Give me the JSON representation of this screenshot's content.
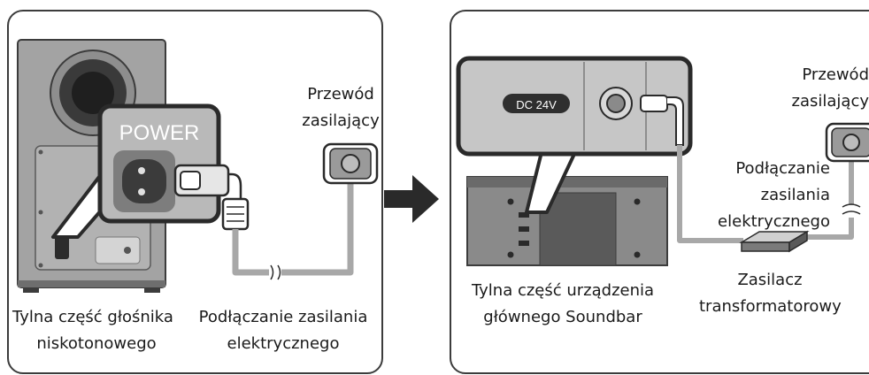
{
  "left_panel": {
    "power_label": "POWER",
    "cord_label": [
      "Przewód",
      "zasilający"
    ],
    "device_label": [
      "Tylna część głośnika",
      "niskotonowego"
    ],
    "connect_label": [
      "Podłączanie zasilania",
      "elektrycznego"
    ]
  },
  "right_panel": {
    "dc_label": "DC 24V",
    "cord_label": [
      "Przewód",
      "zasilający"
    ],
    "connect_label": [
      "Podłączanie",
      "zasilania",
      "elektrycznego"
    ],
    "device_label": [
      "Tylna część urządzenia",
      "głównego Soundbar"
    ],
    "adapter_label": [
      "Zasilacz",
      "transformatorowy"
    ]
  },
  "colors": {
    "outline": "#3c3c3c",
    "speaker_gray": "#9b9b9b",
    "panel_gray": "#c8c8c8",
    "cable_gray": "#a8a8a8",
    "arrow": "#2a2a2a"
  }
}
